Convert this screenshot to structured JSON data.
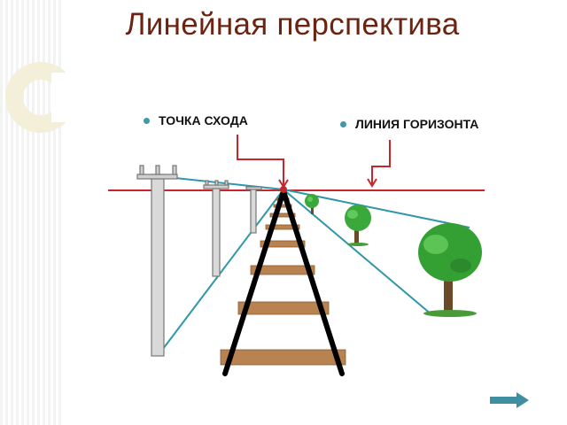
{
  "slide": {
    "title": "Линейная перспектива"
  },
  "bullets": [
    {
      "label": "ТОЧКА СХОДА"
    },
    {
      "label": "ЛИНИЯ ГОРИЗОНТА"
    }
  ],
  "colors": {
    "title": "#6b2412",
    "horizon_line": "#c8262a",
    "vanishing_point": "#c8262a",
    "callout_arrow": "#c8262a",
    "perspective_lines": "#2f97a8",
    "rails": "#000000",
    "sleepers": "#b88350",
    "poles": "#d8d8d8",
    "trees": "#3aa83a",
    "tree_trunk": "#6b4a2a",
    "bullet_dot": "#3d9aa6",
    "nav_button": "#3f8fa0"
  },
  "icons": {
    "next": "right-arrow-icon",
    "decoration": "ring-decoration-icon"
  }
}
